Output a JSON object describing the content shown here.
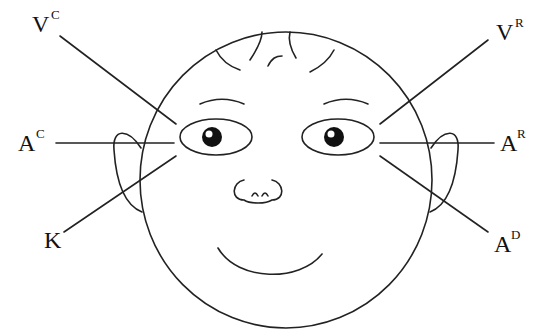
{
  "diagram": {
    "labels": [
      "V",
      "C",
      "A",
      "C",
      "K",
      "V",
      "R",
      "A",
      "R",
      "A",
      "D"
    ]
  }
}
